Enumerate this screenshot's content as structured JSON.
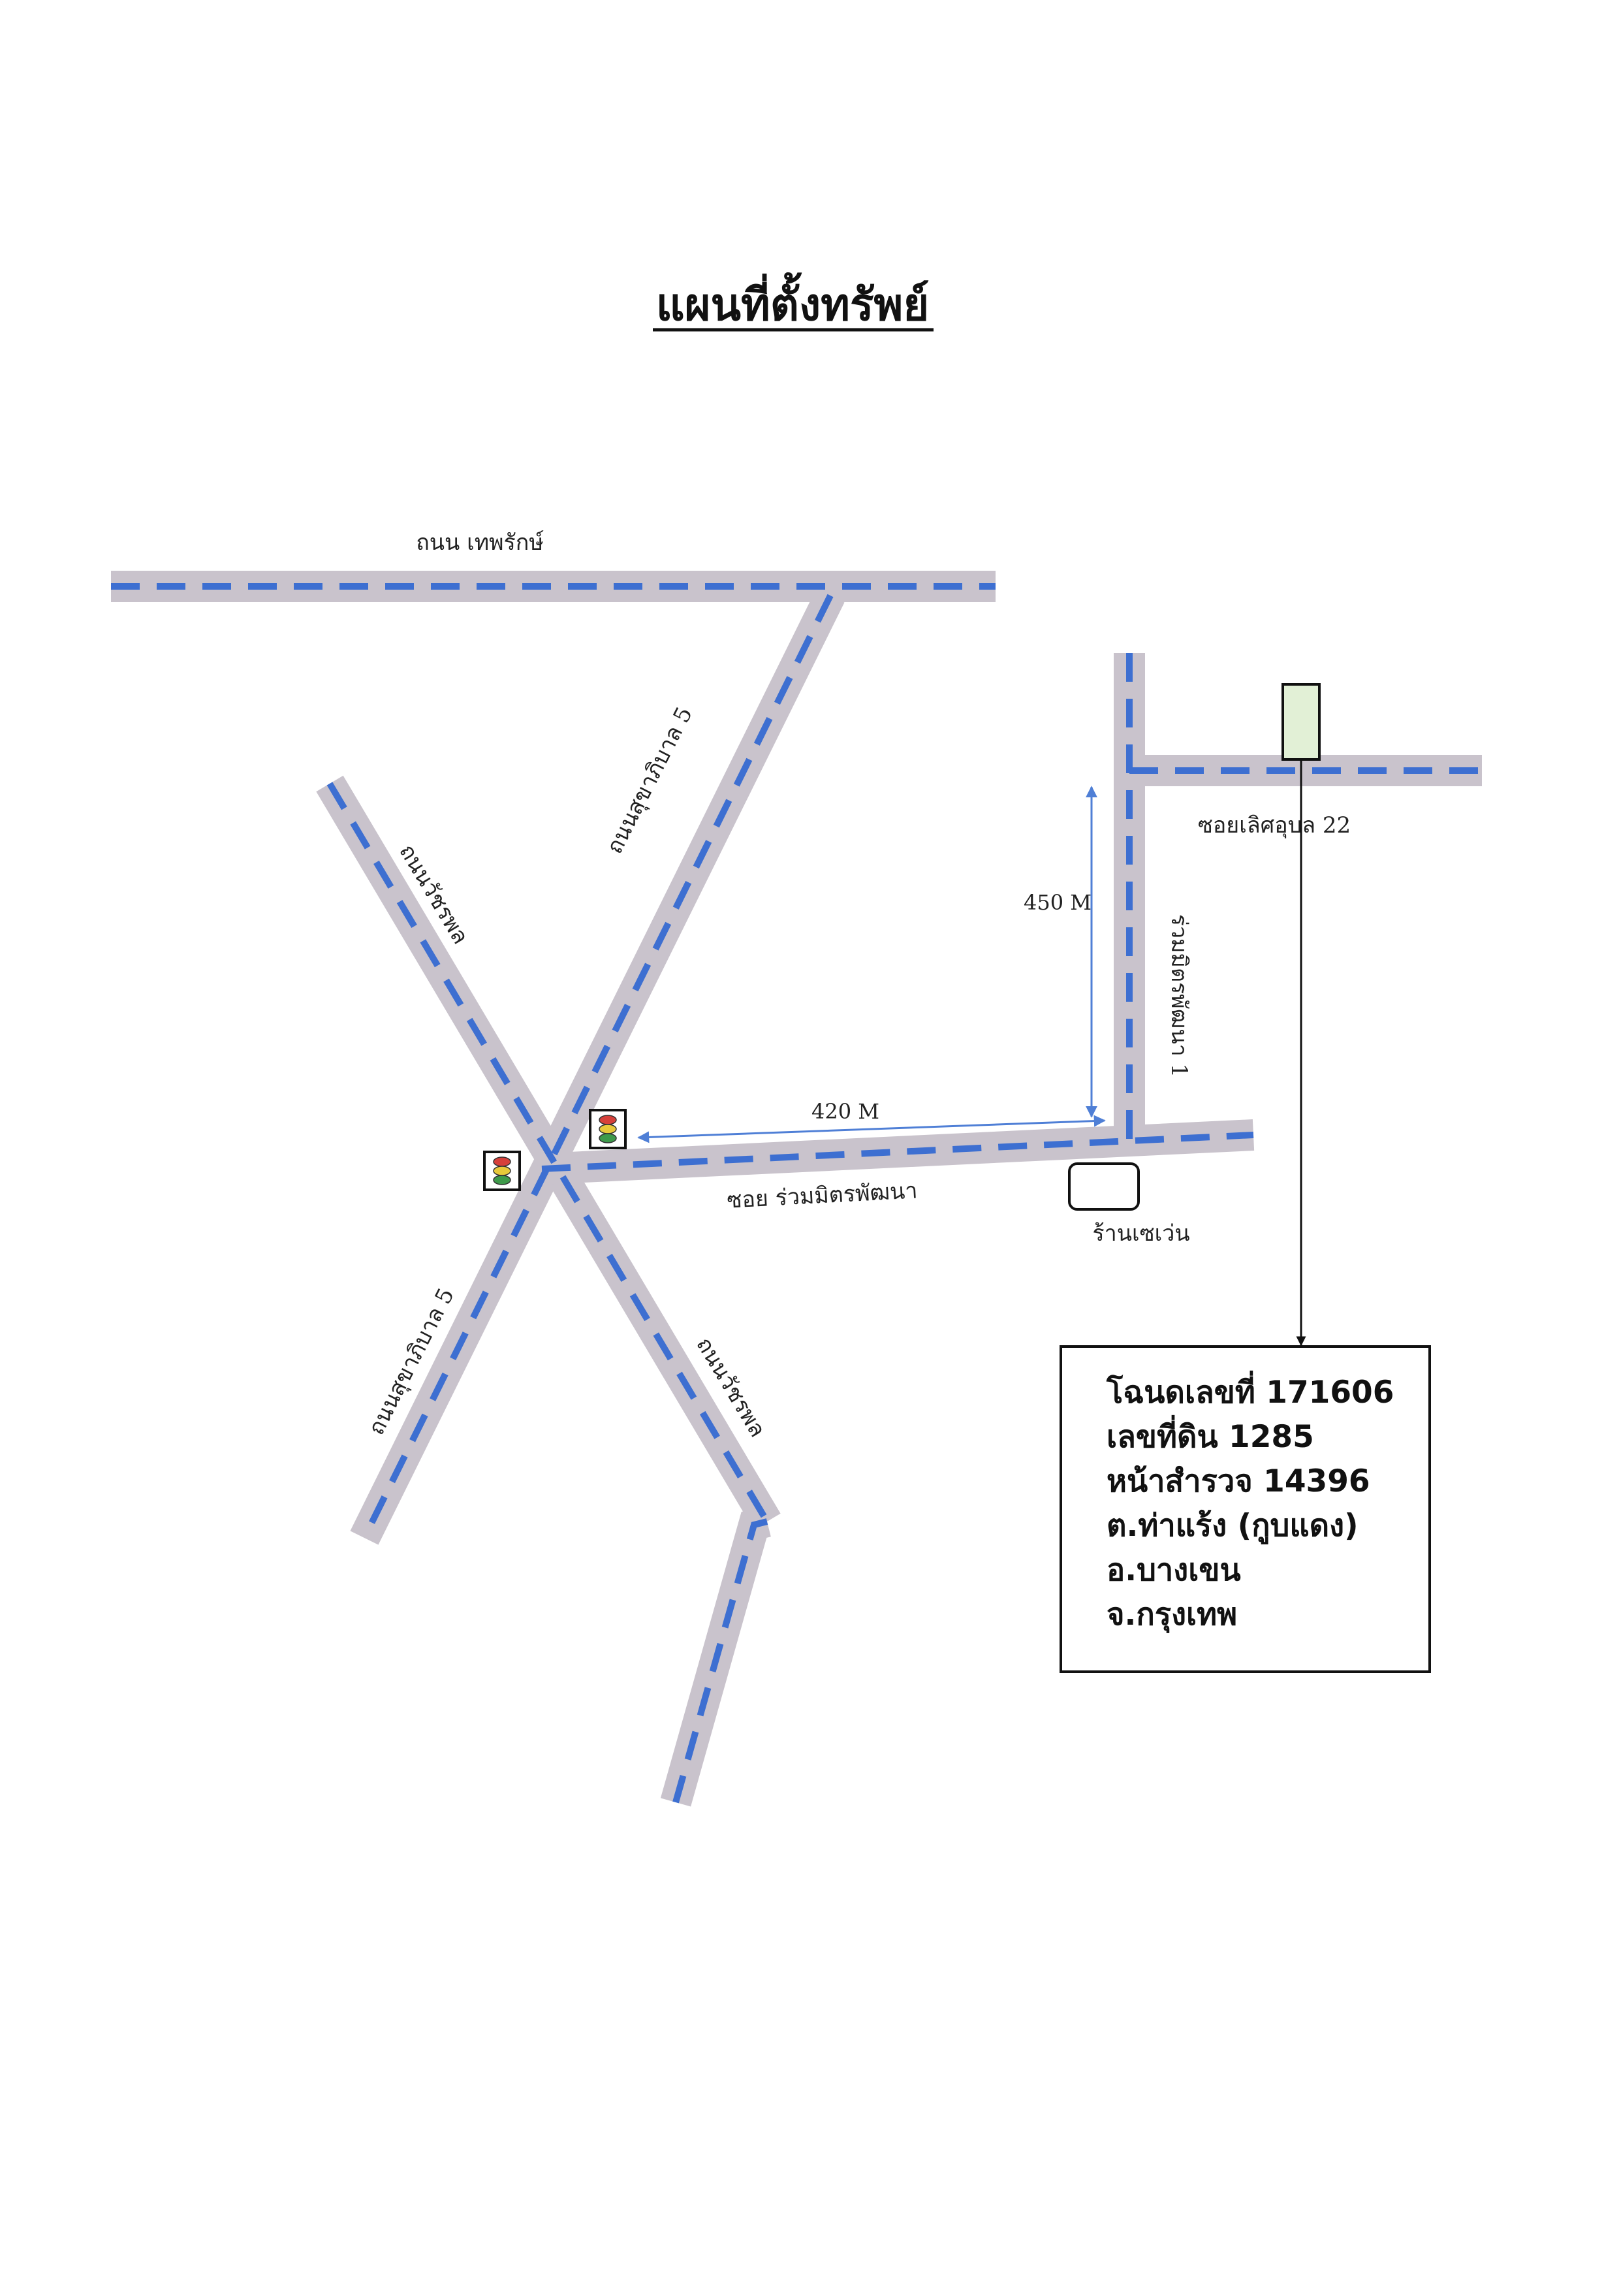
{
  "title": "แผนที่ตั้งทรัพย์",
  "roads": {
    "thepharak": "ถนน เทพรักษ์",
    "sukhaphiban5_upper": "ถนนสุขาภิบาล 5",
    "sukhaphiban5_lower": "ถนนสุขาภิบาล 5",
    "watcharaphon_upper": "ถนนวัชรพล",
    "watcharaphon_lower": "ถนนวัชรพล",
    "soi_ruam_mit_phatthana": "ซอย ร่วมมิตรพัฒนา",
    "ruam_mit_phatthana_1": "ร่วมมิตรพัฒนา 1",
    "soi_loet_udom_22": "ซอยเลิศอุบล 22"
  },
  "distances": {
    "horizontal": "420 M",
    "vertical": "450 M"
  },
  "landmarks": {
    "seven_eleven": "ร้านเซเว่น"
  },
  "info_box": {
    "lines": [
      "โฉนดเลขที่ 171606",
      "เลขที่ดิน 1285",
      "หน้าสำรวจ 14396",
      "ต.ท่าแร้ง (กูบแดง)",
      "อ.บางเขน",
      "จ.กรุงเทพ"
    ]
  },
  "colors": {
    "road": "#c9c3cc",
    "center_line": "#3d6fd1",
    "arrow": "#4f7fd6",
    "plot_fill": "#e2f0d6",
    "traffic_red": "#d6403a",
    "traffic_yellow": "#e8c93a",
    "traffic_green": "#3e9a4a"
  }
}
